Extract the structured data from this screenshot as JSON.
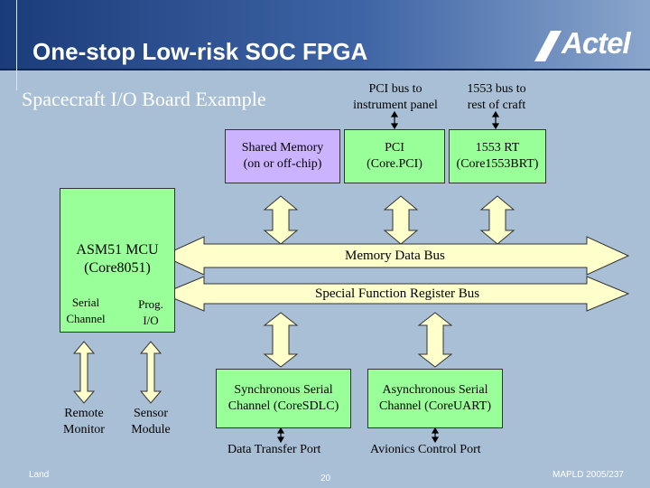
{
  "slide": {
    "title": "One-stop Low-risk SOC FPGA",
    "logo_text": "Actel",
    "subtitle": "Spacecraft I/O Board Example"
  },
  "top_labels": {
    "pci_bus": [
      "PCI bus to",
      "instrument panel"
    ],
    "bus_1553": [
      "1553 bus to",
      "rest of craft"
    ]
  },
  "blocks": {
    "shared_memory": [
      "Shared Memory",
      "(on or off-chip)"
    ],
    "pci": [
      "PCI",
      "(Core.PCI)"
    ],
    "rt_1553": [
      "1553 RT",
      "(Core1553BRT)"
    ],
    "mcu": [
      "ASM51 MCU",
      "(Core8051)"
    ],
    "serial_channel": [
      "Serial",
      "Channel"
    ],
    "prog_io": [
      "Prog.",
      "I/O"
    ],
    "sync_serial": [
      "Synchronous Serial",
      "Channel (CoreSDLC)"
    ],
    "async_serial": [
      "Asynchronous Serial",
      "Channel (CoreUART)"
    ]
  },
  "buses": {
    "memory_data_bus": "Memory Data Bus",
    "sfr_bus": "Special Function Register Bus"
  },
  "bottom_labels": {
    "remote_monitor": [
      "Remote",
      "Monitor"
    ],
    "sensor_module": [
      "Sensor",
      "Module"
    ],
    "data_transfer_port": "Data Transfer Port",
    "avionics_control_port": "Avionics Control Port"
  },
  "footer": {
    "left": "Land",
    "page": "20",
    "right": "MAPLD 2005/237"
  },
  "colors": {
    "background": "#a9bfd6",
    "block_green": "#99ff99",
    "block_lavender": "#ccb3ff",
    "arrow_fill": "#ffffcc"
  }
}
